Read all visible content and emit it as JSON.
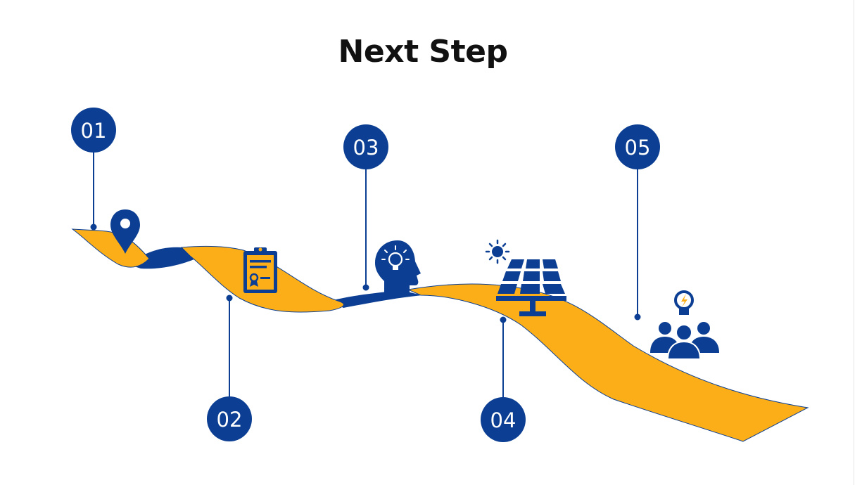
{
  "title": "Next Step",
  "colors": {
    "ribbon": "#FBAE17",
    "ribbon_shadow": "#0C3F93",
    "marker": "#0C3F93",
    "text": "#111111",
    "marker_text": "#FFFFFF"
  },
  "steps": [
    {
      "number": "01",
      "icon": "map-pin-icon"
    },
    {
      "number": "02",
      "icon": "certificate-clipboard-icon"
    },
    {
      "number": "03",
      "icon": "head-lightbulb-icon"
    },
    {
      "number": "04",
      "icon": "solar-panel-icon"
    },
    {
      "number": "05",
      "icon": "team-idea-icon"
    }
  ]
}
